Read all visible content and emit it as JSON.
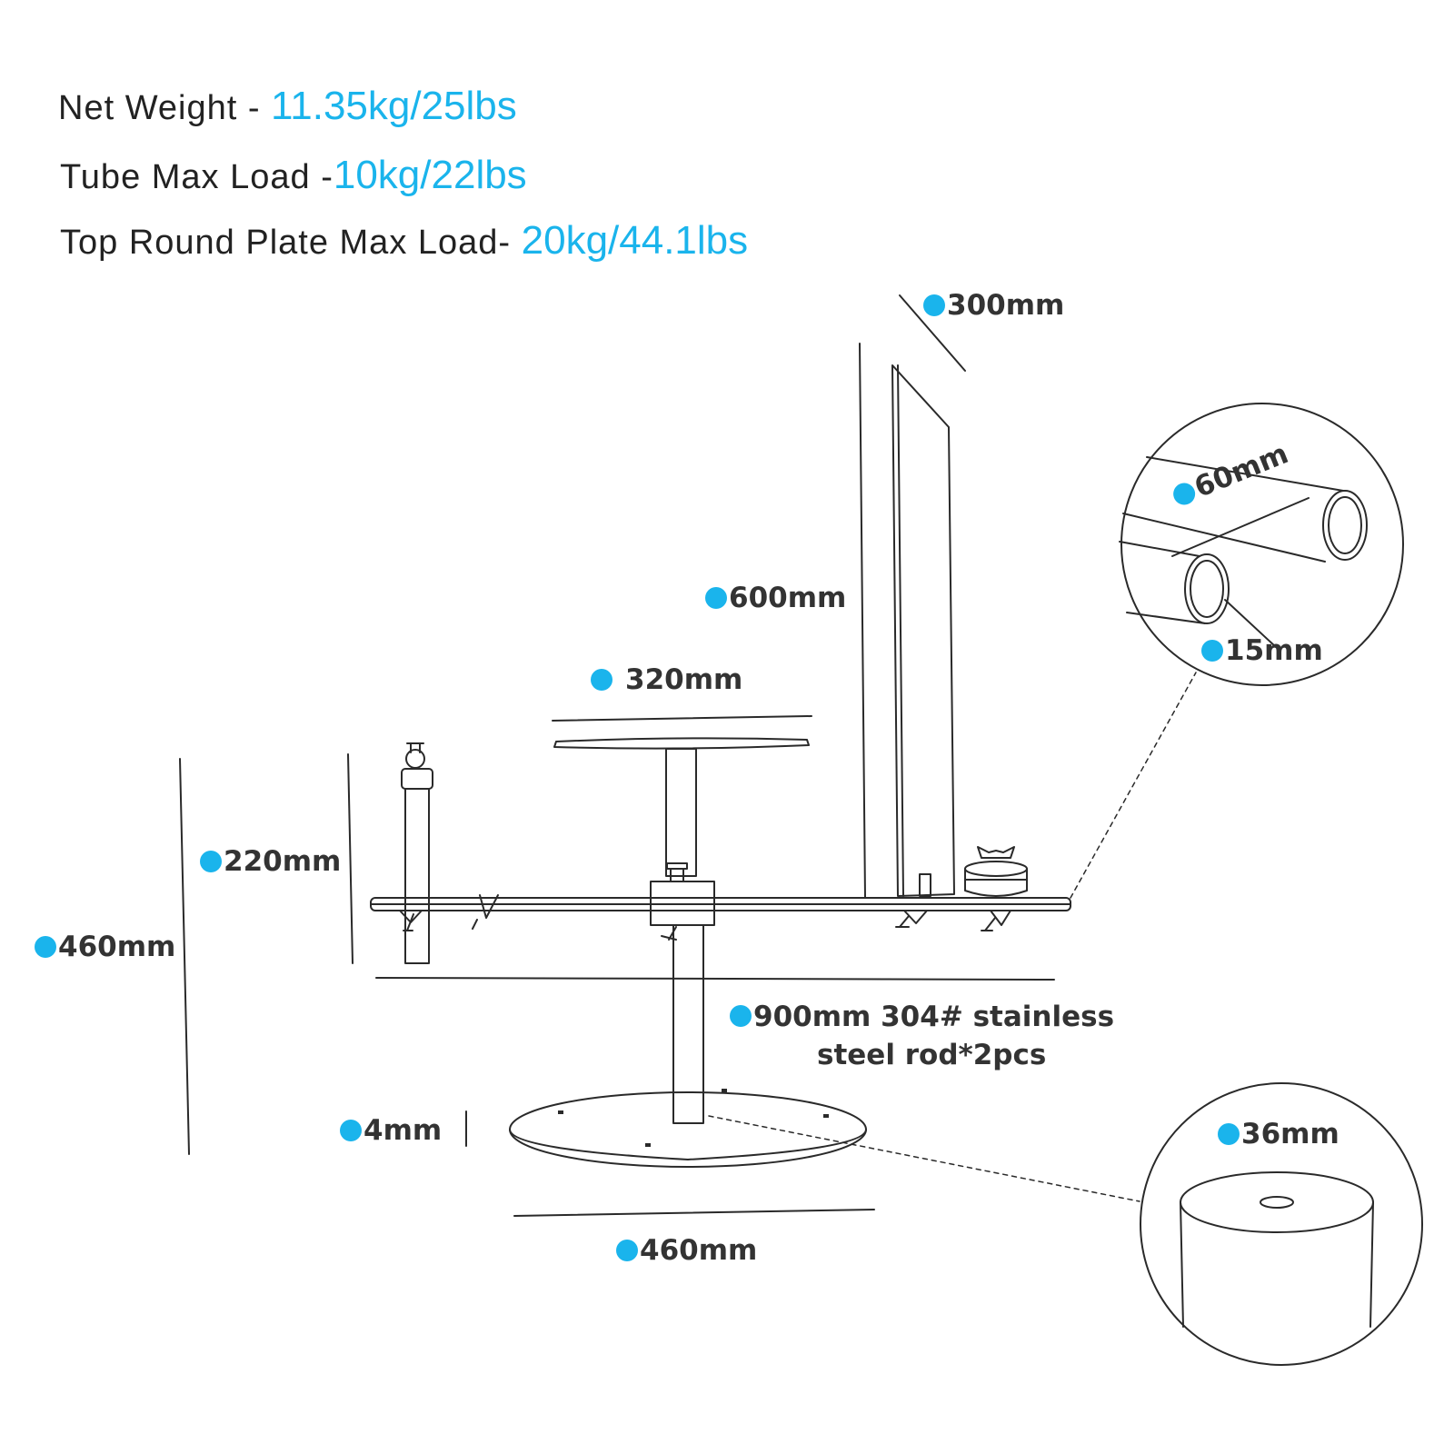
{
  "colors": {
    "accent": "#1ab4ec",
    "line": "#2a2a2a",
    "text": "#222222"
  },
  "specs": [
    {
      "label": "Net Weight - ",
      "value": "11.35kg/25lbs"
    },
    {
      "label": "Tube Max Load -",
      "value": "10kg/22lbs"
    },
    {
      "label": "Top Round Plate Max Load- ",
      "value": "20kg/44.1lbs"
    }
  ],
  "dimensions": {
    "panel_width": "300mm",
    "panel_height": "600mm",
    "plate_diameter": "320mm",
    "tube_height": "220mm",
    "total_height": "460mm",
    "rod_length_line1": "900mm 304# stainless",
    "rod_length_line2": "steel rod*2pcs",
    "base_thickness": "4mm",
    "base_diameter": "460mm",
    "tube_spacing": "60mm",
    "tube_diameter": "15mm",
    "post_diameter": "36mm"
  },
  "icons": {
    "marker": "dot-icon",
    "diameter": "diameter-symbol-icon"
  }
}
